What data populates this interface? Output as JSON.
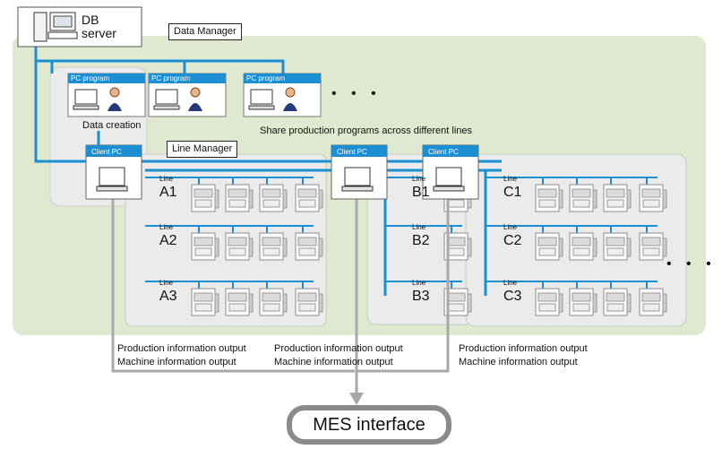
{
  "db_server": {
    "label_line1": "DB",
    "label_line2": "server"
  },
  "data_manager": {
    "label": "Data Manager"
  },
  "line_manager": {
    "label": "Line Manager"
  },
  "pc_programs": [
    {
      "header": "PC program"
    },
    {
      "header": "PC program"
    },
    {
      "header": "PC program"
    }
  ],
  "pc_programs_more": "• • •",
  "data_creation": "Data creation",
  "share_text": "Share production programs across different lines",
  "client_pcs": [
    {
      "header": "Client PC"
    },
    {
      "header": "Client PC"
    },
    {
      "header": "Client PC"
    }
  ],
  "lines": [
    {
      "caption": "Line",
      "name": "A1"
    },
    {
      "caption": "Line",
      "name": "A2"
    },
    {
      "caption": "Line",
      "name": "A3"
    },
    {
      "caption": "Line",
      "name": "B1"
    },
    {
      "caption": "Line",
      "name": "B2"
    },
    {
      "caption": "Line",
      "name": "B3"
    },
    {
      "caption": "Line",
      "name": "C1"
    },
    {
      "caption": "Line",
      "name": "C2"
    },
    {
      "caption": "Line",
      "name": "C3"
    }
  ],
  "lines_more": "• • •",
  "outputs": [
    {
      "line1": "Production information output",
      "line2": "Machine information output"
    },
    {
      "line1": "Production information output",
      "line2": "Machine information output"
    },
    {
      "line1": "Production information output",
      "line2": "Machine information output"
    }
  ],
  "mes_interface": "MES interface",
  "colors": {
    "background_zone": "#dfe9cf",
    "panel": "#ebebeb",
    "network": "#1b8fd2",
    "arrow": "#aaaaaa",
    "header": "#1b8fd2"
  }
}
